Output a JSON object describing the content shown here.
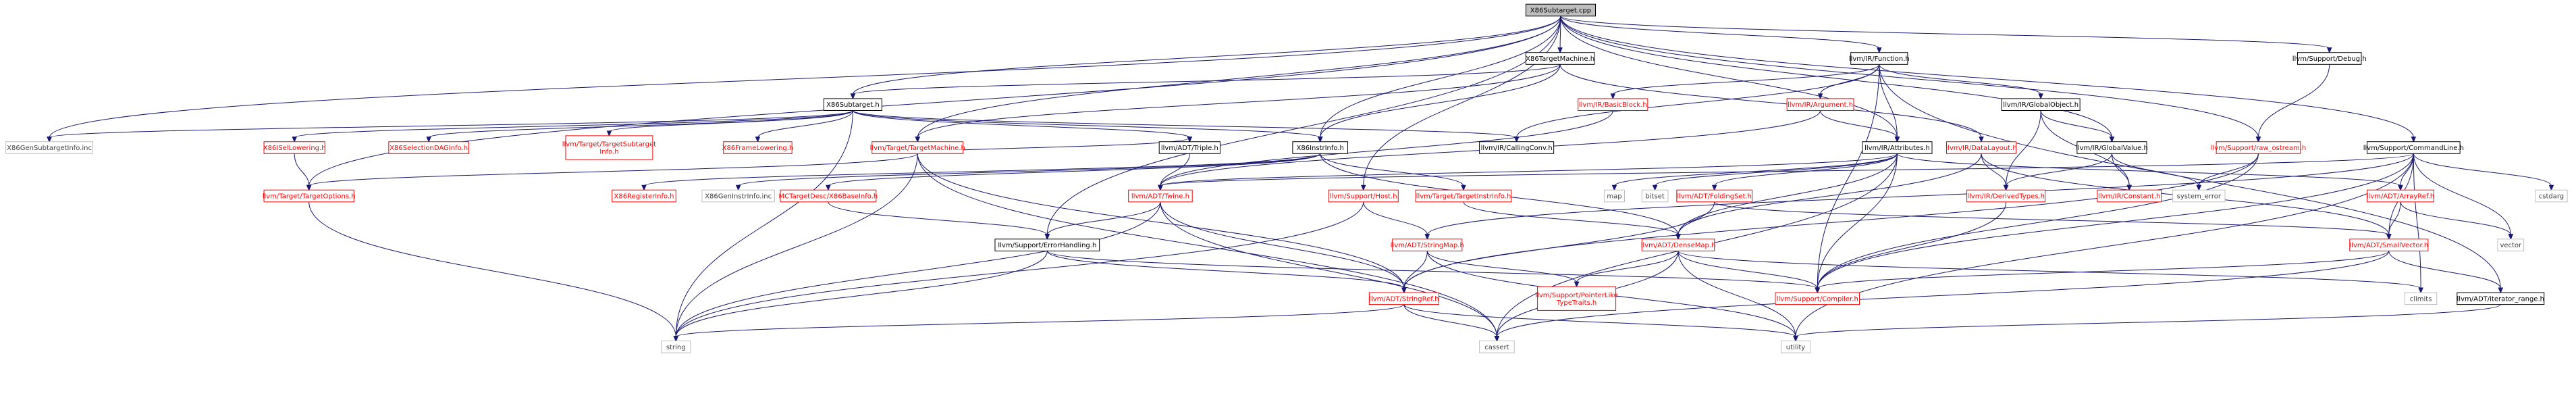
{
  "diagram": {
    "title": "X86Subtarget.cpp",
    "colors": {
      "edge": "#191970",
      "documented": "#000000",
      "undocumented": "#ff0000",
      "external": "#bfbfbf",
      "root_fill": "#bfbfbf"
    },
    "nodes": [
      {
        "id": "root",
        "lines": [
          "X86Subtarget.cpp"
        ],
        "kind": "root"
      },
      {
        "id": "X86TargetMachine_h",
        "lines": [
          "X86TargetMachine.h"
        ],
        "kind": "black"
      },
      {
        "id": "X86Subtarget_h",
        "lines": [
          "X86Subtarget.h"
        ],
        "kind": "black"
      },
      {
        "id": "Function_h",
        "lines": [
          "llvm/IR/Function.h"
        ],
        "kind": "black"
      },
      {
        "id": "Debug_h",
        "lines": [
          "llvm/Support/Debug.h"
        ],
        "kind": "black"
      },
      {
        "id": "X86GenSubtargetInfo",
        "lines": [
          "X86GenSubtargetInfo.inc"
        ],
        "kind": "gray"
      },
      {
        "id": "X86ISelLowering_h",
        "lines": [
          "X86ISelLowering.h"
        ],
        "kind": "red"
      },
      {
        "id": "X86SelectionDAGInfo_h",
        "lines": [
          "X86SelectionDAGInfo.h"
        ],
        "kind": "red"
      },
      {
        "id": "TargetSubtargetInfo_h",
        "lines": [
          "llvm/Target/TargetSubtarget",
          "Info.h"
        ],
        "kind": "red"
      },
      {
        "id": "X86FrameLowering_h",
        "lines": [
          "X86FrameLowering.h"
        ],
        "kind": "red"
      },
      {
        "id": "TargetMachine_h",
        "lines": [
          "llvm/Target/TargetMachine.h"
        ],
        "kind": "red"
      },
      {
        "id": "Triple_h",
        "lines": [
          "llvm/ADT/Triple.h"
        ],
        "kind": "black"
      },
      {
        "id": "X86InstrInfo_h",
        "lines": [
          "X86InstrInfo.h"
        ],
        "kind": "black"
      },
      {
        "id": "CallingConv_h",
        "lines": [
          "llvm/IR/CallingConv.h"
        ],
        "kind": "black"
      },
      {
        "id": "BasicBlock_h",
        "lines": [
          "llvm/IR/BasicBlock.h"
        ],
        "kind": "red"
      },
      {
        "id": "Argument_h",
        "lines": [
          "llvm/IR/Argument.h"
        ],
        "kind": "red"
      },
      {
        "id": "GlobalObject_h",
        "lines": [
          "llvm/IR/GlobalObject.h"
        ],
        "kind": "black"
      },
      {
        "id": "DataLayout_h",
        "lines": [
          "llvm/IR/DataLayout.h"
        ],
        "kind": "red"
      },
      {
        "id": "GlobalValue_h",
        "lines": [
          "llvm/IR/GlobalValue.h"
        ],
        "kind": "black"
      },
      {
        "id": "raw_ostream_h",
        "lines": [
          "llvm/Support/raw_ostream.h"
        ],
        "kind": "red"
      },
      {
        "id": "CommandLine_h",
        "lines": [
          "llvm/Support/CommandLine.h"
        ],
        "kind": "black"
      },
      {
        "id": "Attributes_h",
        "lines": [
          "llvm/IR/Attributes.h"
        ],
        "kind": "black"
      },
      {
        "id": "TargetOptions_h",
        "lines": [
          "llvm/Target/TargetOptions.h"
        ],
        "kind": "red"
      },
      {
        "id": "X86RegisterInfo_h",
        "lines": [
          "X86RegisterInfo.h"
        ],
        "kind": "red"
      },
      {
        "id": "X86GenInstrInfo",
        "lines": [
          "X86GenInstrInfo.inc"
        ],
        "kind": "gray"
      },
      {
        "id": "X86BaseInfo_h",
        "lines": [
          "MCTargetDesc/X86BaseInfo.h"
        ],
        "kind": "red"
      },
      {
        "id": "Twine_h",
        "lines": [
          "llvm/ADT/Twine.h"
        ],
        "kind": "red"
      },
      {
        "id": "Host_h",
        "lines": [
          "llvm/Support/Host.h"
        ],
        "kind": "red"
      },
      {
        "id": "TargetInstrInfo_h",
        "lines": [
          "llvm/Target/TargetInstrInfo.h"
        ],
        "kind": "red"
      },
      {
        "id": "map",
        "lines": [
          "map"
        ],
        "kind": "gray"
      },
      {
        "id": "bitset",
        "lines": [
          "bitset"
        ],
        "kind": "gray"
      },
      {
        "id": "FoldingSet_h",
        "lines": [
          "llvm/ADT/FoldingSet.h"
        ],
        "kind": "red"
      },
      {
        "id": "DerivedTypes_h",
        "lines": [
          "llvm/IR/DerivedTypes.h"
        ],
        "kind": "red"
      },
      {
        "id": "Constant_h",
        "lines": [
          "llvm/IR/Constant.h"
        ],
        "kind": "red"
      },
      {
        "id": "system_error",
        "lines": [
          "system_error"
        ],
        "kind": "gray"
      },
      {
        "id": "ArrayRef_h",
        "lines": [
          "llvm/ADT/ArrayRef.h"
        ],
        "kind": "red"
      },
      {
        "id": "cstdarg",
        "lines": [
          "cstdarg"
        ],
        "kind": "gray"
      },
      {
        "id": "ErrorHandling_h",
        "lines": [
          "llvm/Support/ErrorHandling.h"
        ],
        "kind": "black"
      },
      {
        "id": "StringMap_h",
        "lines": [
          "llvm/ADT/StringMap.h"
        ],
        "kind": "red"
      },
      {
        "id": "DenseMap_h",
        "lines": [
          "llvm/ADT/DenseMap.h"
        ],
        "kind": "red"
      },
      {
        "id": "vector",
        "lines": [
          "vector"
        ],
        "kind": "gray"
      },
      {
        "id": "SmallVector_h",
        "lines": [
          "llvm/ADT/SmallVector.h"
        ],
        "kind": "red"
      },
      {
        "id": "StringRef_h",
        "lines": [
          "llvm/ADT/StringRef.h"
        ],
        "kind": "red"
      },
      {
        "id": "PointerLikeTypeTraits_h",
        "lines": [
          "llvm/Support/PointerLike",
          "TypeTraits.h"
        ],
        "kind": "red"
      },
      {
        "id": "Compiler_h",
        "lines": [
          "llvm/Support/Compiler.h"
        ],
        "kind": "red"
      },
      {
        "id": "climits",
        "lines": [
          "climits"
        ],
        "kind": "gray"
      },
      {
        "id": "iterator_range_h",
        "lines": [
          "llvm/ADT/iterator_range.h"
        ],
        "kind": "black"
      },
      {
        "id": "string",
        "lines": [
          "string"
        ],
        "kind": "gray"
      },
      {
        "id": "cassert",
        "lines": [
          "cassert"
        ],
        "kind": "gray"
      },
      {
        "id": "utility",
        "lines": [
          "utility"
        ],
        "kind": "gray"
      }
    ],
    "edges": [
      [
        "root",
        "X86TargetMachine_h"
      ],
      [
        "root",
        "X86Subtarget_h"
      ],
      [
        "root",
        "Function_h"
      ],
      [
        "root",
        "Debug_h"
      ],
      [
        "root",
        "X86GenSubtargetInfo"
      ],
      [
        "root",
        "TargetMachine_h"
      ],
      [
        "root",
        "X86InstrInfo_h"
      ],
      [
        "root",
        "Attributes_h"
      ],
      [
        "root",
        "GlobalValue_h"
      ],
      [
        "root",
        "raw_ostream_h"
      ],
      [
        "root",
        "CommandLine_h"
      ],
      [
        "root",
        "Host_h"
      ],
      [
        "root",
        "TargetOptions_h"
      ],
      [
        "root",
        "ErrorHandling_h"
      ],
      [
        "X86TargetMachine_h",
        "X86Subtarget_h"
      ],
      [
        "X86TargetMachine_h",
        "TargetMachine_h"
      ],
      [
        "X86TargetMachine_h",
        "X86InstrInfo_h"
      ],
      [
        "X86TargetMachine_h",
        "DataLayout_h"
      ],
      [
        "X86Subtarget_h",
        "X86GenSubtargetInfo"
      ],
      [
        "X86Subtarget_h",
        "X86ISelLowering_h"
      ],
      [
        "X86Subtarget_h",
        "X86SelectionDAGInfo_h"
      ],
      [
        "X86Subtarget_h",
        "TargetSubtargetInfo_h"
      ],
      [
        "X86Subtarget_h",
        "X86FrameLowering_h"
      ],
      [
        "X86Subtarget_h",
        "Triple_h"
      ],
      [
        "X86Subtarget_h",
        "X86InstrInfo_h"
      ],
      [
        "X86Subtarget_h",
        "CallingConv_h"
      ],
      [
        "X86Subtarget_h",
        "string"
      ],
      [
        "X86ISelLowering_h",
        "TargetOptions_h"
      ],
      [
        "TargetMachine_h",
        "TargetOptions_h"
      ],
      [
        "TargetMachine_h",
        "Triple_h"
      ],
      [
        "TargetMachine_h",
        "string"
      ],
      [
        "TargetMachine_h",
        "StringRef_h"
      ],
      [
        "TargetMachine_h",
        "cassert"
      ],
      [
        "Triple_h",
        "Twine_h"
      ],
      [
        "X86InstrInfo_h",
        "X86RegisterInfo_h"
      ],
      [
        "X86InstrInfo_h",
        "X86GenInstrInfo"
      ],
      [
        "X86InstrInfo_h",
        "X86BaseInfo_h"
      ],
      [
        "X86InstrInfo_h",
        "TargetInstrInfo_h"
      ],
      [
        "X86InstrInfo_h",
        "DenseMap_h"
      ],
      [
        "Function_h",
        "CallingConv_h"
      ],
      [
        "Function_h",
        "BasicBlock_h"
      ],
      [
        "Function_h",
        "Argument_h"
      ],
      [
        "Function_h",
        "Attributes_h"
      ],
      [
        "Function_h",
        "GlobalObject_h"
      ],
      [
        "Function_h",
        "Compiler_h"
      ],
      [
        "Function_h",
        "iterator_range_h"
      ],
      [
        "BasicBlock_h",
        "Twine_h"
      ],
      [
        "Argument_h",
        "Twine_h"
      ],
      [
        "Argument_h",
        "Attributes_h"
      ],
      [
        "GlobalObject_h",
        "DerivedTypes_h"
      ],
      [
        "GlobalObject_h",
        "GlobalValue_h"
      ],
      [
        "GlobalObject_h",
        "Constant_h"
      ],
      [
        "DataLayout_h",
        "DerivedTypes_h"
      ],
      [
        "DataLayout_h",
        "DenseMap_h"
      ],
      [
        "DataLayout_h",
        "SmallVector_h"
      ],
      [
        "GlobalValue_h",
        "DerivedTypes_h"
      ],
      [
        "GlobalValue_h",
        "Constant_h"
      ],
      [
        "GlobalValue_h",
        "system_error"
      ],
      [
        "Debug_h",
        "raw_ostream_h"
      ],
      [
        "raw_ostream_h",
        "system_error"
      ],
      [
        "raw_ostream_h",
        "StringRef_h"
      ],
      [
        "raw_ostream_h",
        "Compiler_h"
      ],
      [
        "CommandLine_h",
        "Twine_h"
      ],
      [
        "CommandLine_h",
        "ArrayRef_h"
      ],
      [
        "CommandLine_h",
        "cstdarg"
      ],
      [
        "CommandLine_h",
        "StringMap_h"
      ],
      [
        "CommandLine_h",
        "SmallVector_h"
      ],
      [
        "CommandLine_h",
        "vector"
      ],
      [
        "CommandLine_h",
        "climits"
      ],
      [
        "CommandLine_h",
        "utility"
      ],
      [
        "CommandLine_h",
        "Compiler_h"
      ],
      [
        "Attributes_h",
        "map"
      ],
      [
        "Attributes_h",
        "bitset"
      ],
      [
        "Attributes_h",
        "FoldingSet_h"
      ],
      [
        "Attributes_h",
        "Twine_h"
      ],
      [
        "Attributes_h",
        "ArrayRef_h"
      ],
      [
        "Attributes_h",
        "Compiler_h"
      ],
      [
        "Attributes_h",
        "cassert"
      ],
      [
        "Attributes_h",
        "DenseMap_h"
      ],
      [
        "TargetOptions_h",
        "string"
      ],
      [
        "X86BaseInfo_h",
        "ErrorHandling_h"
      ],
      [
        "Twine_h",
        "StringRef_h"
      ],
      [
        "Twine_h",
        "string"
      ],
      [
        "Twine_h",
        "cassert"
      ],
      [
        "Twine_h",
        "ErrorHandling_h"
      ],
      [
        "Host_h",
        "StringMap_h"
      ],
      [
        "Host_h",
        "string"
      ],
      [
        "TargetInstrInfo_h",
        "DenseMap_h"
      ],
      [
        "FoldingSet_h",
        "StringRef_h"
      ],
      [
        "FoldingSet_h",
        "SmallVector_h"
      ],
      [
        "DerivedTypes_h",
        "Compiler_h"
      ],
      [
        "ArrayRef_h",
        "SmallVector_h"
      ],
      [
        "ArrayRef_h",
        "vector"
      ],
      [
        "ErrorHandling_h",
        "StringRef_h"
      ],
      [
        "ErrorHandling_h",
        "Compiler_h"
      ],
      [
        "ErrorHandling_h",
        "string"
      ],
      [
        "StringMap_h",
        "StringRef_h"
      ],
      [
        "StringMap_h",
        "PointerLikeTypeTraits_h"
      ],
      [
        "StringMap_h",
        "utility"
      ],
      [
        "DenseMap_h",
        "PointerLikeTypeTraits_h"
      ],
      [
        "DenseMap_h",
        "Compiler_h"
      ],
      [
        "DenseMap_h",
        "climits"
      ],
      [
        "DenseMap_h",
        "utility"
      ],
      [
        "DenseMap_h",
        "cassert"
      ],
      [
        "SmallVector_h",
        "Compiler_h"
      ],
      [
        "SmallVector_h",
        "iterator_range_h"
      ],
      [
        "SmallVector_h",
        "cassert"
      ],
      [
        "StringRef_h",
        "string"
      ],
      [
        "StringRef_h",
        "cassert"
      ],
      [
        "StringRef_h",
        "utility"
      ],
      [
        "iterator_range_h",
        "utility"
      ]
    ]
  }
}
